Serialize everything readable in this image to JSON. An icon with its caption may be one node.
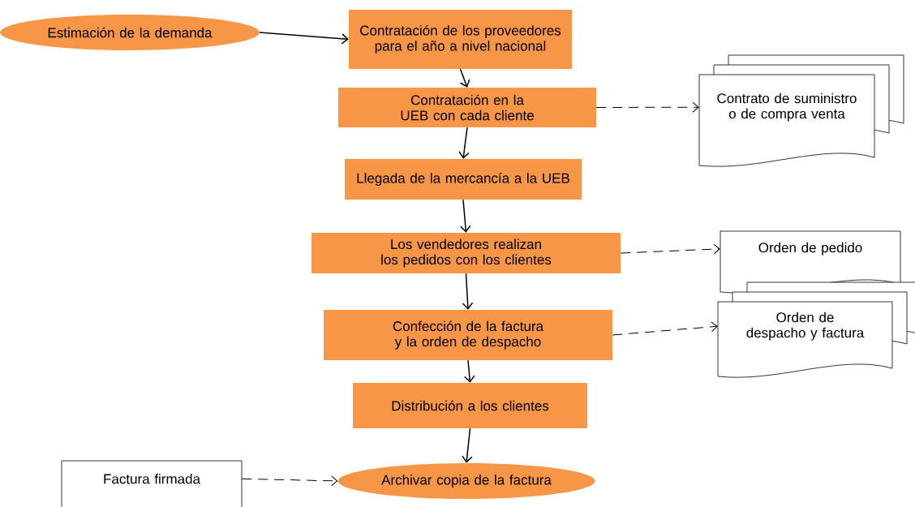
{
  "diagram": {
    "nodes": [
      {
        "text": [
          "Estimación de la demanda"
        ]
      },
      {
        "text": [
          "Contratación de los proveedores para el año a nivel nacional"
        ]
      },
      {
        "text": [
          "Contratación en la UEB con cada cliente"
        ]
      },
      {
        "text": [
          "Contrato de suministro o de compra venta"
        ]
      },
      {
        "text": [
          "Llegada de la mercancía a la UEB"
        ]
      },
      {
        "text": [
          "Los vendedores realizan los pedidos con los clientes"
        ]
      },
      {
        "text": [
          "Orden de pedido"
        ]
      },
      {
        "text": [
          "Confección de la factura y la orden de despacho"
        ]
      },
      {
        "text": [
          "Orden de despacho y factura"
        ]
      },
      {
        "text": [
          "Distribución a los clientes"
        ]
      },
      {
        "text": [
          "Factura firmada"
        ]
      },
      {
        "text": [
          "Archivar copia de la factura"
        ]
      }
    ],
    "edges": [
      {
        "from": 0,
        "to": 1,
        "arrow": "to"
      },
      {
        "from": 1,
        "to": 2,
        "arrow": "to"
      },
      {
        "from": 2,
        "to": 3,
        "arrow": "to",
        "style": "dashed"
      },
      {
        "from": 2,
        "to": 4,
        "arrow": "to"
      },
      {
        "from": 4,
        "to": 5,
        "arrow": "to"
      },
      {
        "from": 5,
        "to": 6,
        "arrow": "to",
        "style": "dashed"
      },
      {
        "from": 5,
        "to": 7,
        "arrow": "to"
      },
      {
        "from": 7,
        "to": 8,
        "arrow": "to",
        "style": "dashed"
      },
      {
        "from": 7,
        "to": 9,
        "arrow": "to"
      },
      {
        "from": 9,
        "to": 11,
        "arrow": "to"
      },
      {
        "from": 10,
        "to": 11,
        "arrow": "to",
        "style": "dashed"
      }
    ]
  }
}
